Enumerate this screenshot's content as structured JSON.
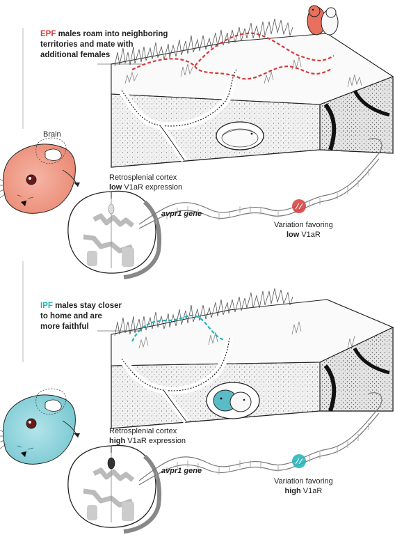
{
  "top": {
    "caption_tag": "EPF",
    "caption_rest_1": " males roam into neighboring",
    "caption_line_2": "territories and mate with",
    "caption_line_3": "additional females",
    "brain_label": "Brain",
    "region_label": "Retrosplenial cortex",
    "expr_level": "low",
    "expr_suffix": " V1aR expression",
    "gene_label": "avpr1 gene",
    "variation_line_1": "Variation favoring",
    "variation_level": "low",
    "variation_suffix": " V1aR"
  },
  "bottom": {
    "caption_tag": "IPF",
    "caption_rest_1": " males stay closer",
    "caption_line_2": "to home and are",
    "caption_line_3": "more faithful",
    "region_label": "Retrosplenial cortex",
    "expr_level": "high",
    "expr_suffix": " V1aR expression",
    "gene_label": "avpr1 gene",
    "variation_line_1": "Variation favoring",
    "variation_level": "high",
    "variation_suffix": " V1aR"
  },
  "colors": {
    "epf_red": "#d63a3a",
    "ipf_teal": "#1fb3b8",
    "vole_pink": "#f2a08e",
    "vole_cyan": "#8fd3da",
    "ink": "#222222"
  }
}
